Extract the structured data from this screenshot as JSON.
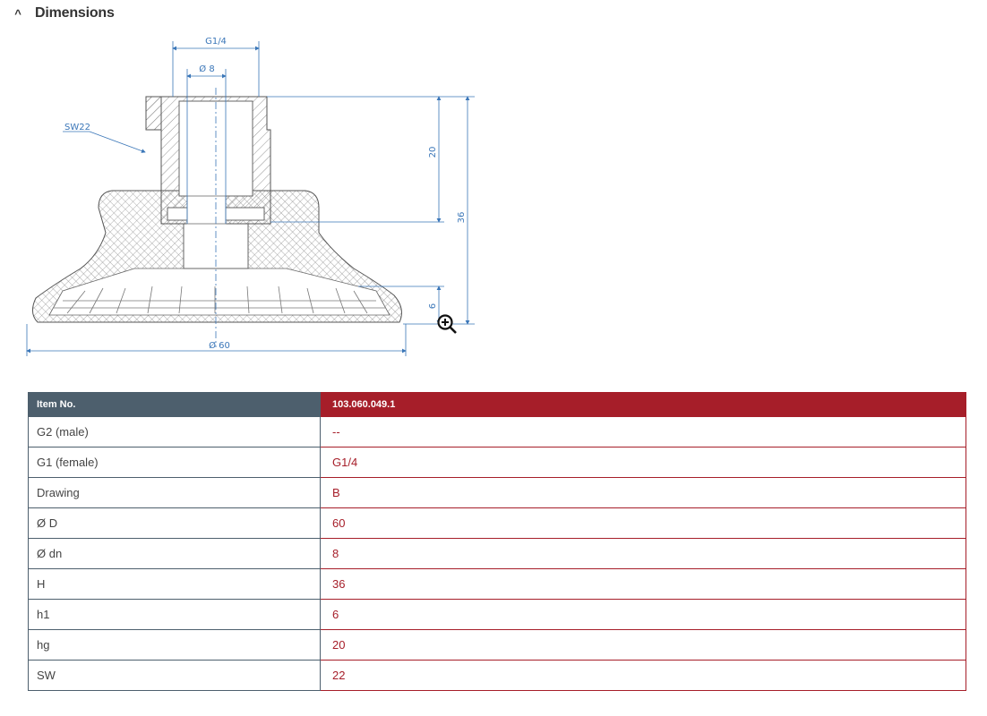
{
  "section": {
    "title": "Dimensions",
    "toggle_icon": "chevron-up-icon"
  },
  "drawing": {
    "labels": {
      "g1": "G1/4",
      "dn": "Ø 8",
      "sw": "SW22",
      "hg": "20",
      "h": "36",
      "h1": "6",
      "d": "Ø 60"
    },
    "zoom_icon": "zoom-in-icon",
    "line_color": "#3a76b8"
  },
  "table": {
    "header": {
      "label": "Item No.",
      "value": "103.060.049.1"
    },
    "rows": [
      {
        "label": "G2 (male)",
        "value": "--"
      },
      {
        "label": "G1 (female)",
        "value": "G1/4"
      },
      {
        "label": "Drawing",
        "value": "B"
      },
      {
        "label": "Ø D",
        "value": "60"
      },
      {
        "label": "Ø dn",
        "value": "8"
      },
      {
        "label": "H",
        "value": "36"
      },
      {
        "label": "h1",
        "value": "6"
      },
      {
        "label": "hg",
        "value": "20"
      },
      {
        "label": "SW",
        "value": "22"
      }
    ],
    "colors": {
      "label_header": "#4d5f6d",
      "value_header": "#a61e29"
    }
  }
}
